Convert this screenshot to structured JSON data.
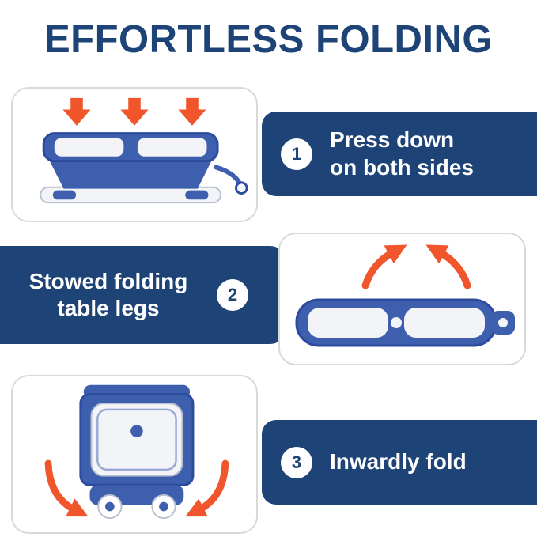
{
  "page": {
    "title": "EFFORTLESS FOLDING"
  },
  "steps": [
    {
      "number": "1",
      "label": "Press down on both sides",
      "lines": [
        "Press down",
        "on both sides"
      ],
      "illustration": "tub-open-with-down-arrows"
    },
    {
      "number": "2",
      "label": "Stowed folding table legs",
      "lines": [
        "Stowed folding",
        "table legs"
      ],
      "illustration": "tub-folded-flat-with-inward-arrows"
    },
    {
      "number": "3",
      "label": "Inwardly fold",
      "lines": [
        "Inwardly fold"
      ],
      "illustration": "tub-upright-on-wheels-with-inward-arrows"
    }
  ],
  "icons": {
    "down_arrow": "down-arrow-icon",
    "curved_arrow": "curved-arrow-icon"
  },
  "colors": {
    "navy": "#1e4377",
    "orange": "#f0552b",
    "product_blue": "#3d5fae",
    "product_blue_dark": "#2c4a9e",
    "panel_white": "#f2f4f8",
    "card_border": "#d9d9d9"
  }
}
